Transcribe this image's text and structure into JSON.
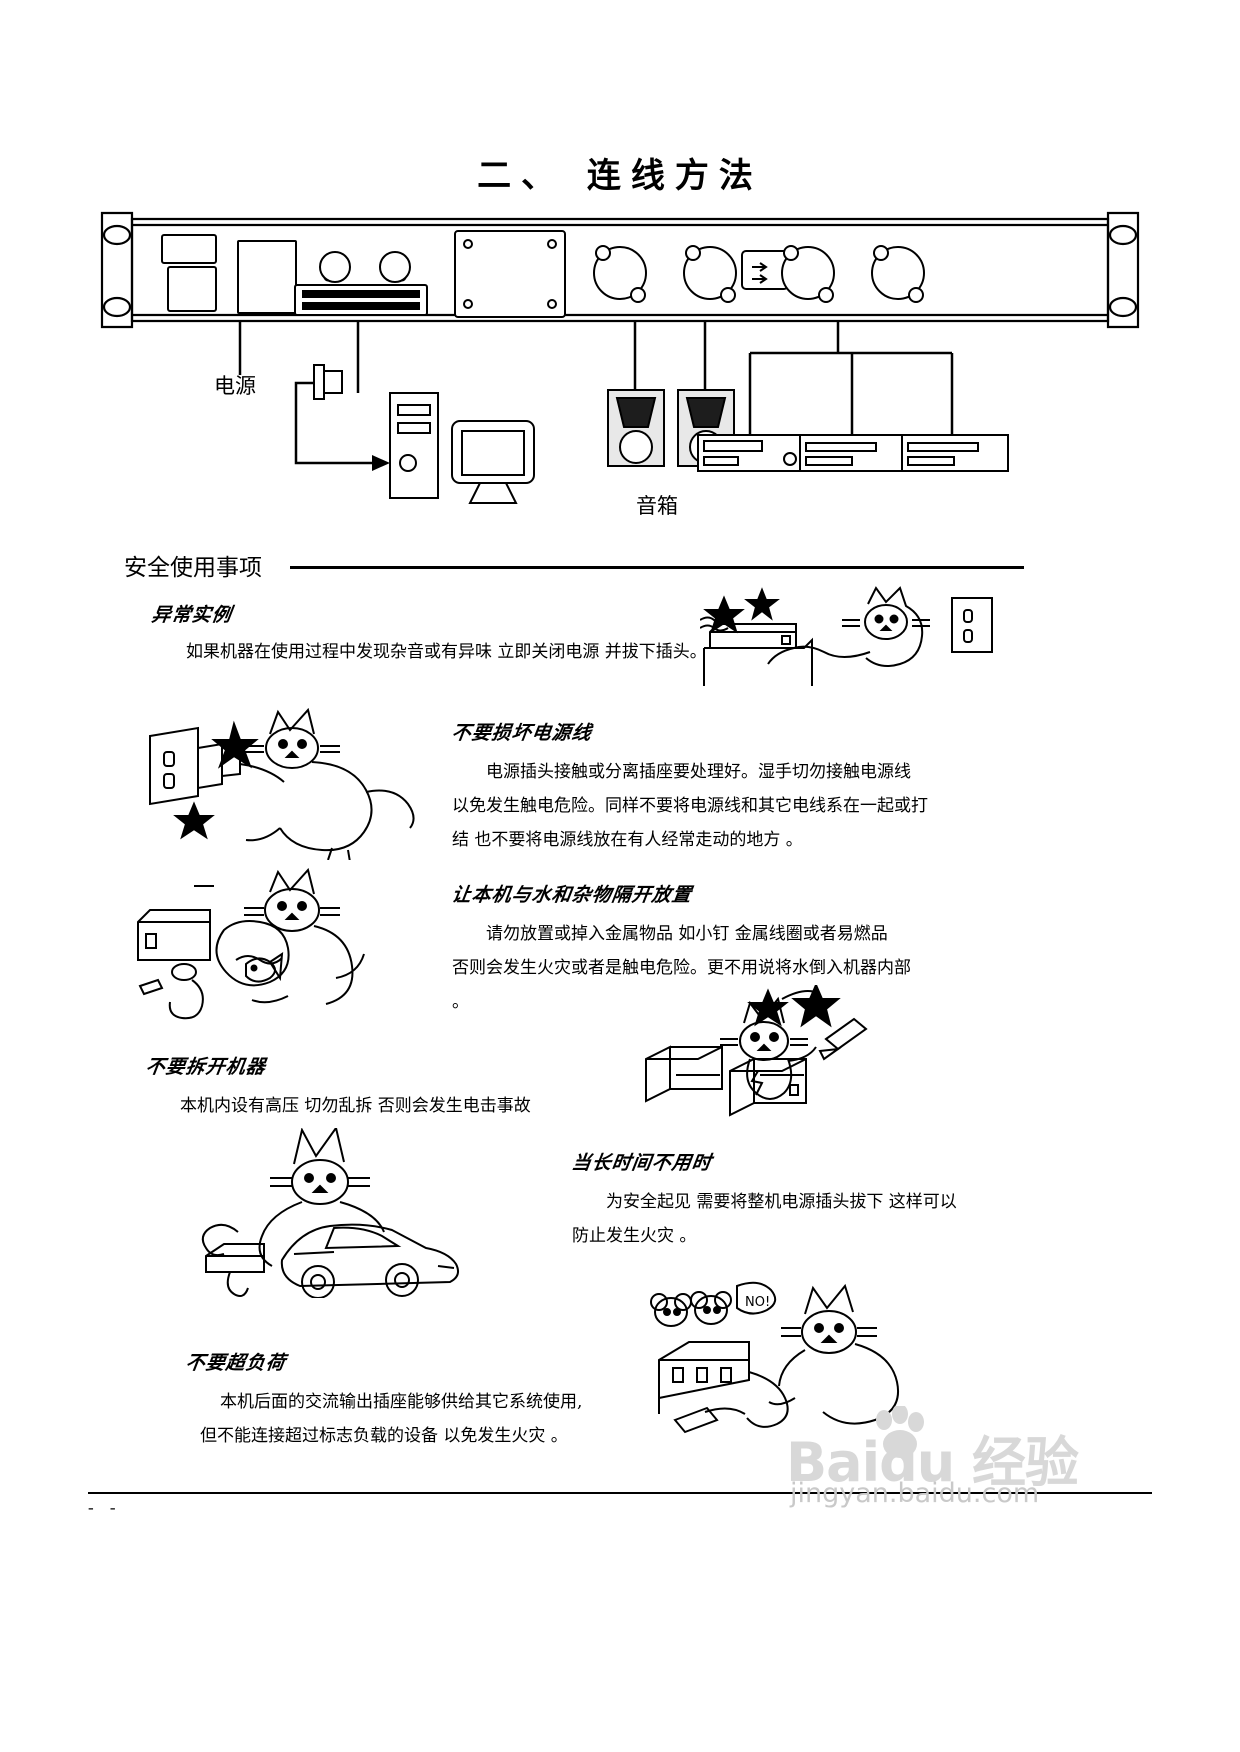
{
  "document": {
    "title": "二、 连线方法",
    "page_number": "- -"
  },
  "diagram": {
    "labels": {
      "power": "电源",
      "speaker": "音箱"
    },
    "device_names": {
      "rack_unit": "rack-rear-panel",
      "power_plug": "power-plug",
      "computer_tower": "computer-tower",
      "monitor": "computer-monitor",
      "speaker_left": "speaker-left",
      "speaker_right": "speaker-right",
      "deck_1": "tape-deck",
      "deck_2": "cd-player",
      "deck_3": "dvd-player"
    }
  },
  "safety": {
    "heading": "安全使用事项",
    "blocks": [
      {
        "id": "abnormal",
        "title": "异常实例",
        "lines": [
          "如果机器在使用过程中发现杂音或有异味  立即关闭电源   并拔下插头。"
        ]
      },
      {
        "id": "power-cord",
        "title": "不要损坏电源线",
        "lines": [
          "电源插头接触或分离插座要处理好。湿手切勿接触电源线",
          "以免发生触电危险。同样不要将电源线和其它电线系在一起或打",
          "结  也不要将电源线放在有人经常走动的地方 。"
        ]
      },
      {
        "id": "water-debris",
        "title": "让本机与水和杂物隔开放置",
        "lines": [
          "请勿放置或掉入金属物品  如小钉  金属线圈或者易燃品",
          "否则会发生火灾或者是触电危险。更不用说将水倒入机器内部 。"
        ]
      },
      {
        "id": "do-not-disassemble",
        "title": "不要拆开机器",
        "lines": [
          "本机内设有高压   切勿乱拆   否则会发生电击事故"
        ]
      },
      {
        "id": "long-time-unused",
        "title": "当长时间不用时",
        "lines": [
          "为安全起见   需要将整机电源插头拔下    这样可以",
          "防止发生火灾 。"
        ]
      },
      {
        "id": "do-not-overload",
        "title": "不要超负荷",
        "lines": [
          "本机后面的交流输出插座能够供给其它系统使用,",
          "但不能连接超过标志负载的设备   以免发生火灾 。"
        ]
      }
    ]
  },
  "watermark": {
    "top": "Baidu 经验",
    "bottom": "jingyan.baidu.com"
  },
  "colors": {
    "ink": "#000000",
    "paper": "#ffffff",
    "watermark": "#d8d8d8",
    "panel_fill": "#ffffff",
    "speaker_fill": "#e8e8e8"
  }
}
